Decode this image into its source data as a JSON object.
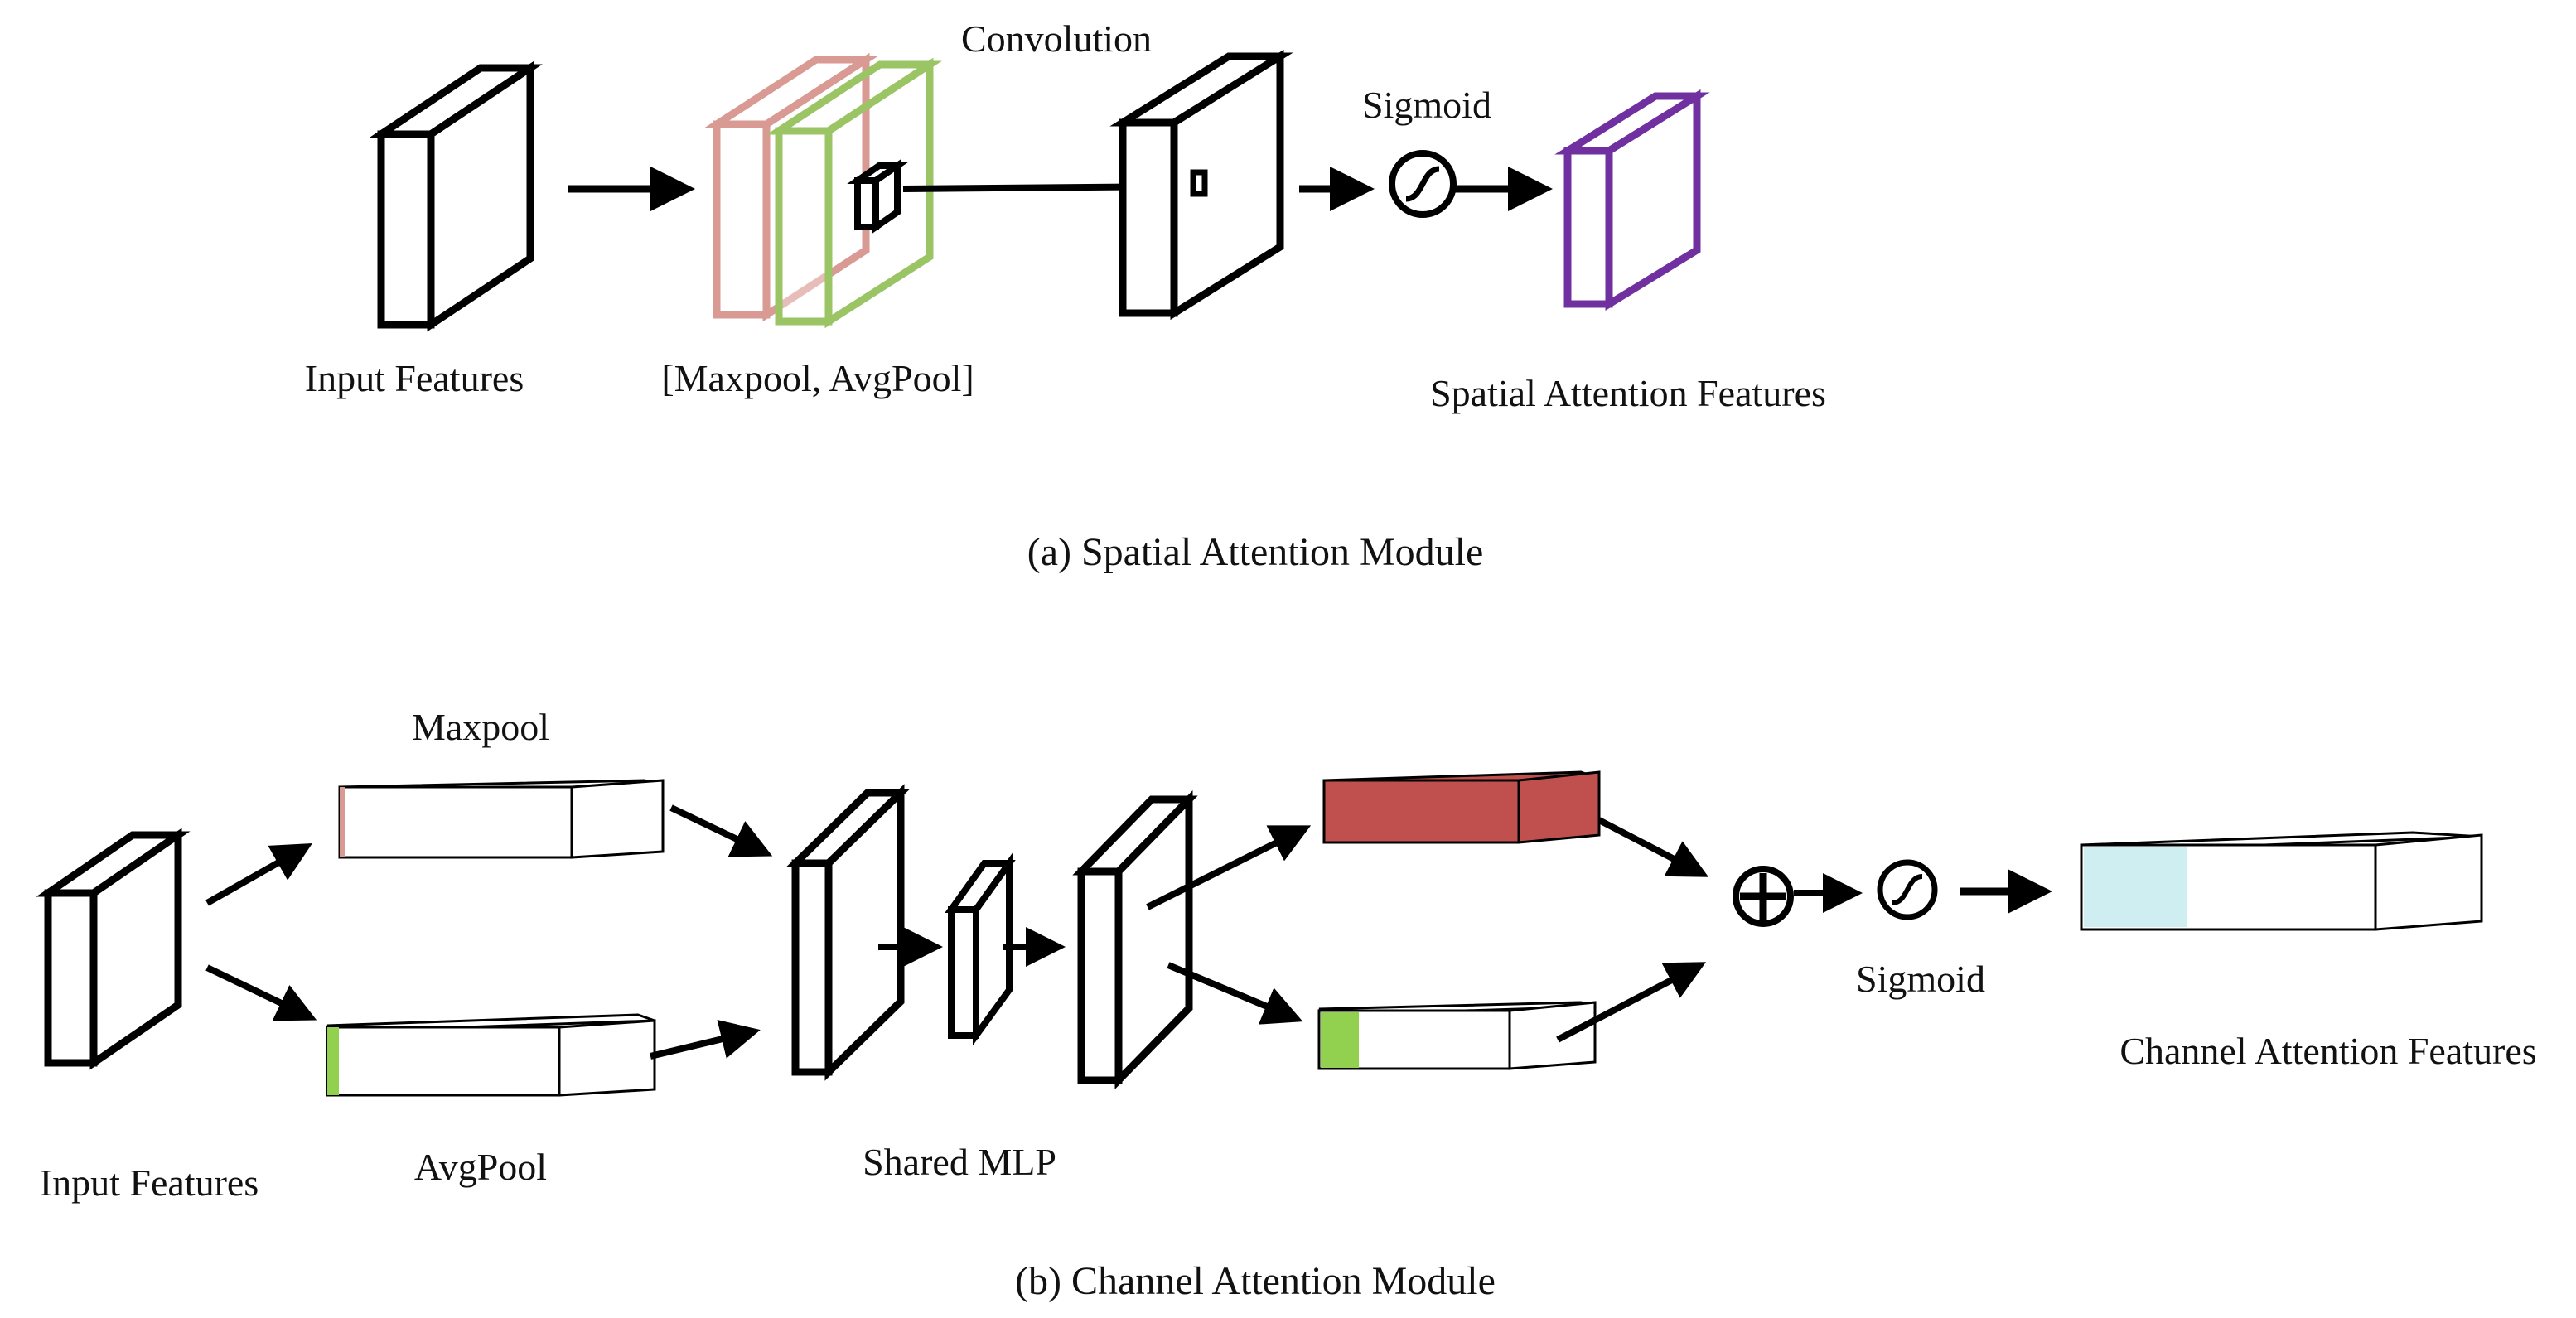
{
  "colors": {
    "stroke": "#000000",
    "maxpool_layer": "#d99a94",
    "avgpool_layer": "#9bc465",
    "spatial_attention": "#7030a0",
    "channel_branch_red": "#c0504d",
    "channel_branch_green": "#92d050",
    "channel_attention_tint": "#cfeef2"
  },
  "icons": {
    "sigmoid": "sigmoid-icon",
    "sum": "plus-circle-icon"
  },
  "spatial": {
    "input_label": "Input Features",
    "pool_label": "[Maxpool, AvgPool]",
    "conv_label": "Convolution",
    "sigmoid_label": "Sigmoid",
    "output_label": "Spatial Attention Features",
    "caption": "(a) Spatial Attention Module"
  },
  "channel": {
    "input_label": "Input Features",
    "maxpool_label": "Maxpool",
    "avgpool_label": "AvgPool",
    "mlp_label": "Shared MLP",
    "sigmoid_label": "Sigmoid",
    "output_label": "Channel Attention Features",
    "caption": "(b) Channel Attention Module"
  }
}
